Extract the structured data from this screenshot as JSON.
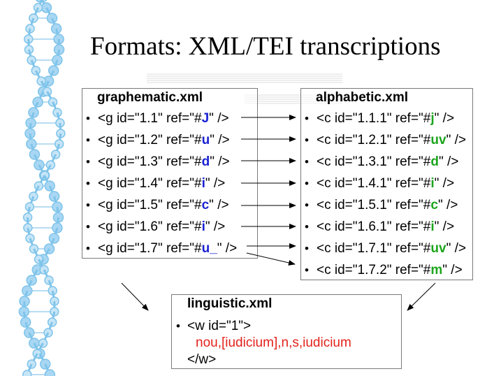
{
  "slide": {
    "title": "Formats: XML/TEI transcriptions"
  },
  "graphematic": {
    "heading": "graphematic.xml",
    "entries": [
      {
        "pre": "<g id=\"1.1\" ref=\"#",
        "ref": "J",
        "post": "\" />"
      },
      {
        "pre": "<g id=\"1.2\" ref=\"#",
        "ref": "u",
        "post": "\" />"
      },
      {
        "pre": "<g id=\"1.3\" ref=\"#",
        "ref": "d",
        "post": "\" />"
      },
      {
        "pre": "<g id=\"1.4\" ref=\"#",
        "ref": "i",
        "post": "\" />"
      },
      {
        "pre": "<g id=\"1.5\" ref=\"#",
        "ref": "c",
        "post": "\" />"
      },
      {
        "pre": "<g id=\"1.6\" ref=\"#",
        "ref": "i",
        "post": "\" />"
      },
      {
        "pre": "<g id=\"1.7\" ref=\"#",
        "ref": "u_",
        "post": "\" />"
      }
    ]
  },
  "alphabetic": {
    "heading": "alphabetic.xml",
    "entries": [
      {
        "pre": "<c id=\"1.1.1\" ref=\"#",
        "ref": "j",
        "post": "\" />"
      },
      {
        "pre": "<c id=\"1.2.1\" ref=\"#",
        "ref": "uv",
        "post": "\" />"
      },
      {
        "pre": "<c id=\"1.3.1\" ref=\"#",
        "ref": "d",
        "post": "\" />"
      },
      {
        "pre": "<c id=\"1.4.1\" ref=\"#",
        "ref": "i",
        "post": "\" />"
      },
      {
        "pre": "<c id=\"1.5.1\" ref=\"#",
        "ref": "c",
        "post": "\" />"
      },
      {
        "pre": "<c id=\"1.6.1\" ref=\"#",
        "ref": "i",
        "post": "\" />"
      },
      {
        "pre": "<c id=\"1.7.1\" ref=\"#",
        "ref": "uv",
        "post": "\" />"
      },
      {
        "pre": "<c id=\"1.7.2\" ref=\"#",
        "ref": "m",
        "post": "\" />"
      }
    ]
  },
  "linguistic": {
    "heading": "linguistic.xml",
    "open_tag": "<w id=\"1\">",
    "analysis": "nou,[iudicium],n,s,iudicium",
    "close_tag": "</w>"
  },
  "colors": {
    "graphematic_ref": "#1b23d3",
    "alphabetic_ref": "#1ea51e",
    "analysis_text": "#e3221b",
    "box_border": "#7a7a7a",
    "dna_decoration": "#7fc4ea"
  },
  "icons": {
    "decoration": "dna-helix-decoration",
    "background": "music-score-watermark"
  }
}
